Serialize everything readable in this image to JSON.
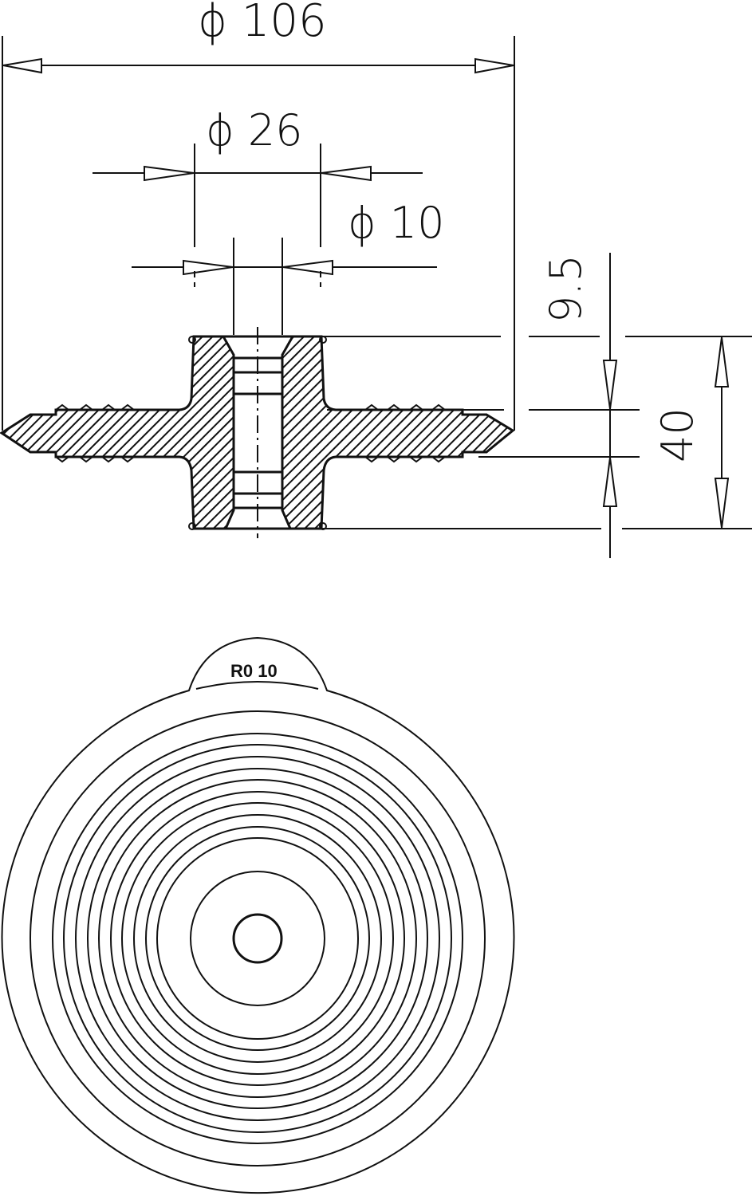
{
  "drawing": {
    "type": "technical-drawing",
    "views": [
      "section-view",
      "plan-view"
    ],
    "colors": {
      "line": "#111111",
      "background": "#ffffff"
    }
  },
  "section_view": {
    "dimensions": {
      "outer_diameter": {
        "symbol": "ϕ",
        "value": "106"
      },
      "hub_diameter": {
        "symbol": "ϕ",
        "value": "26"
      },
      "bore_diameter": {
        "symbol": "ϕ",
        "value": "10"
      },
      "flange_offset": {
        "value": "9.5"
      },
      "total_height": {
        "value": "40"
      }
    }
  },
  "plan_view": {
    "tab_label": "R0 10",
    "ring_count": 14
  }
}
